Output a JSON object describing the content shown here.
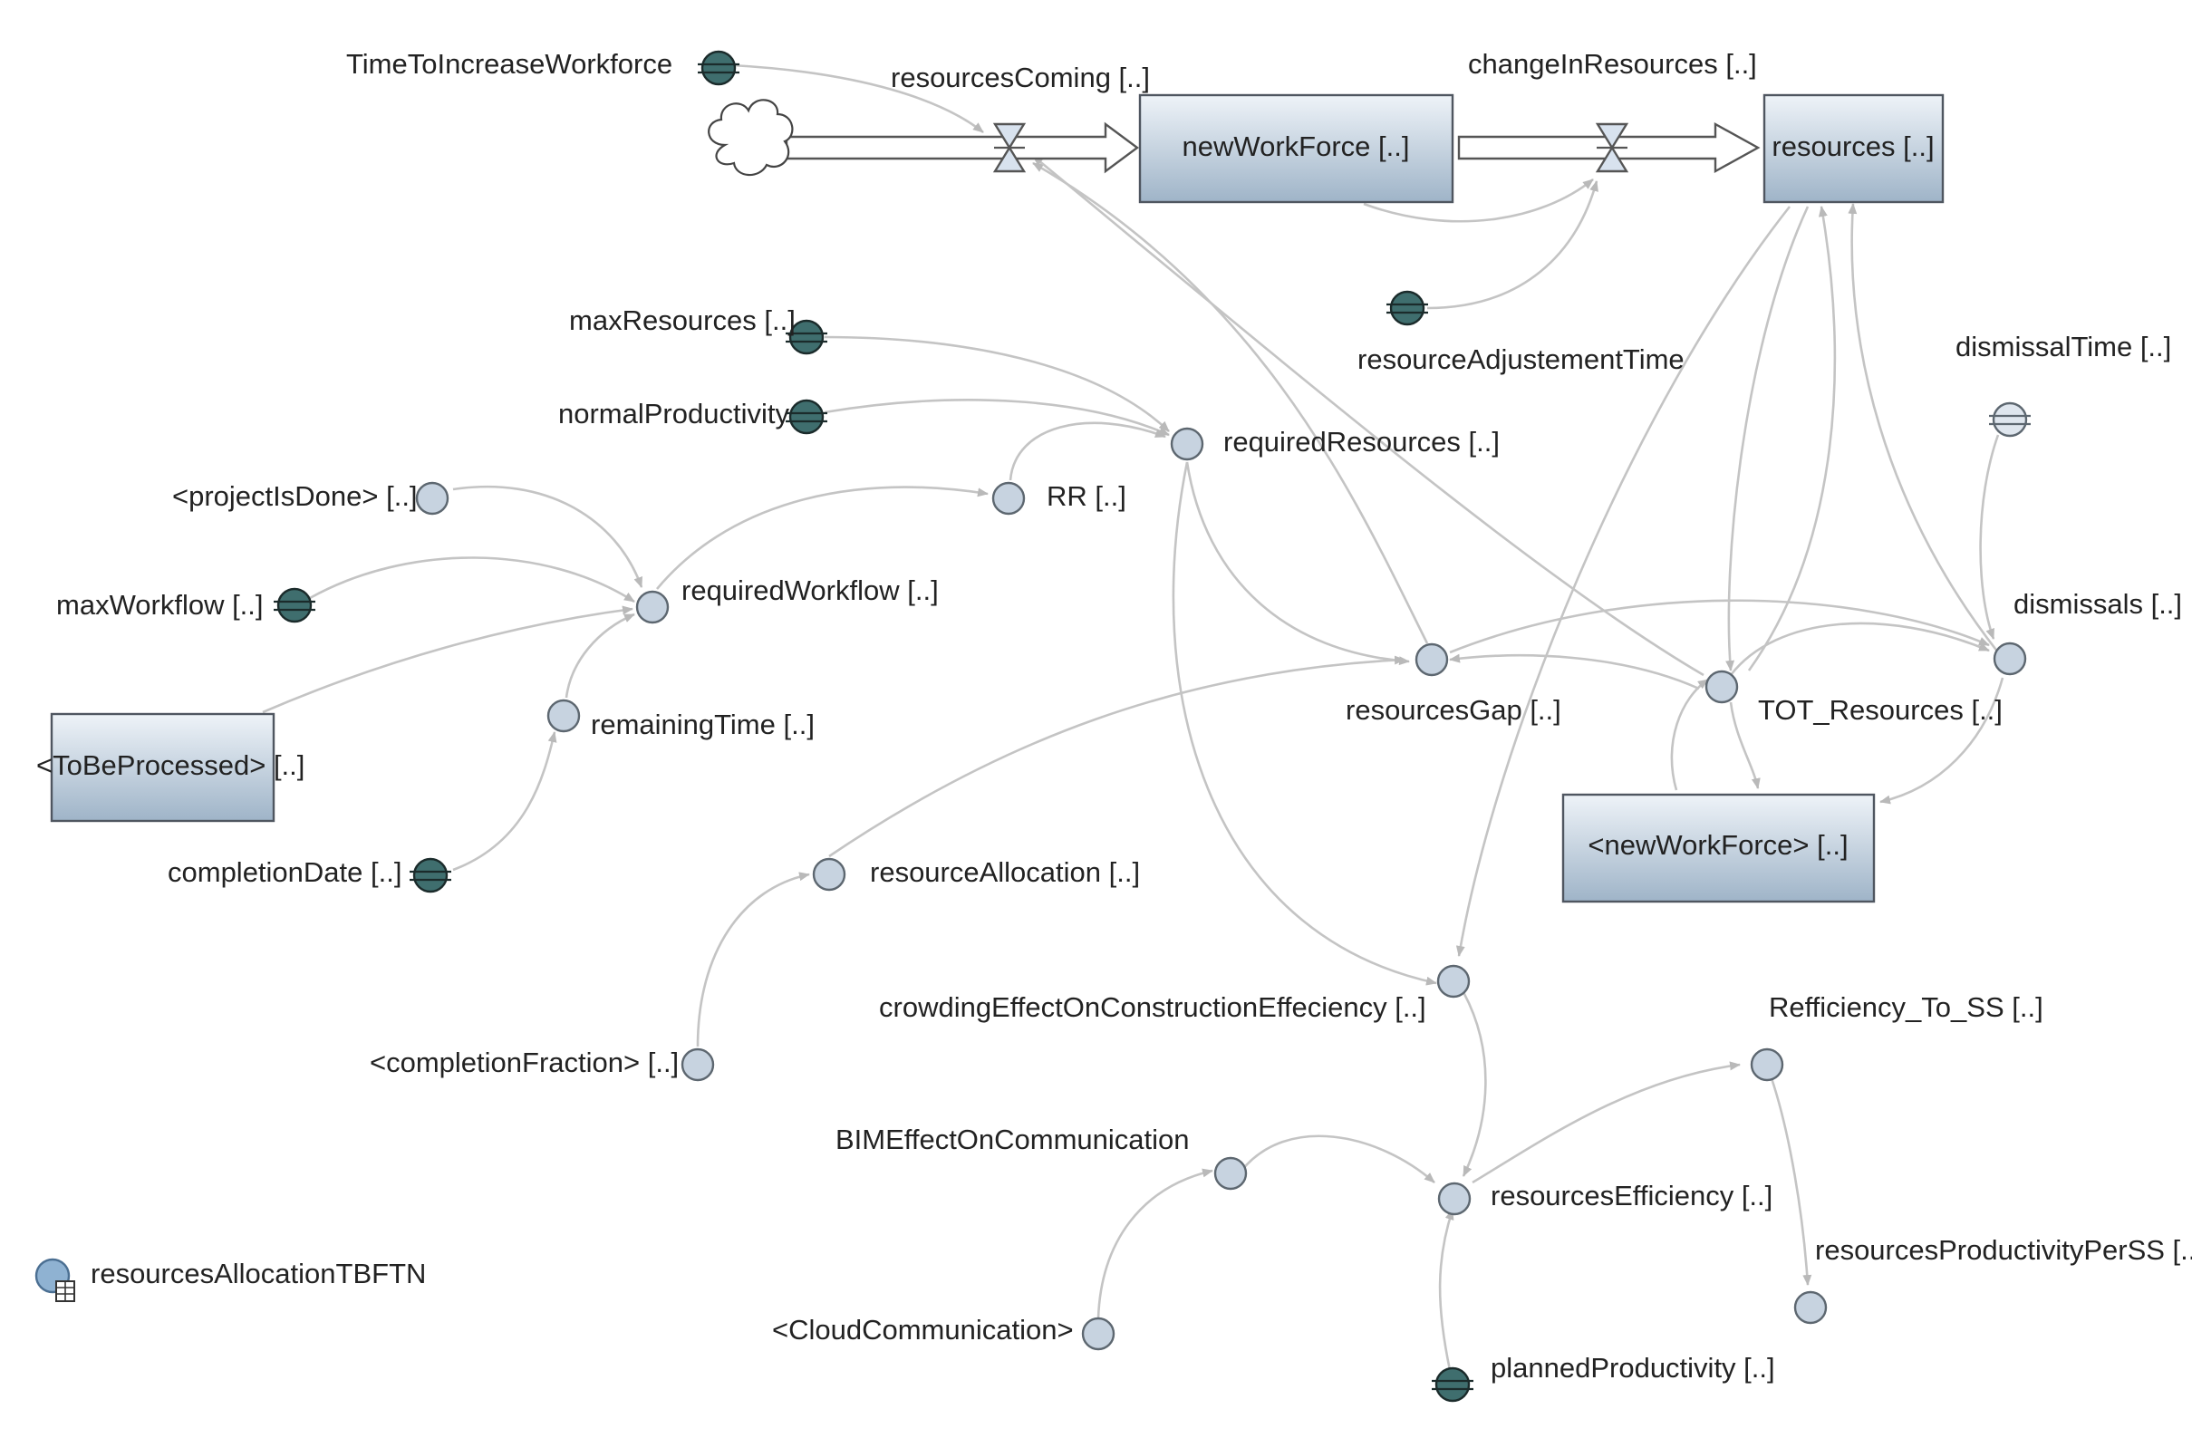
{
  "stocks": {
    "newWorkForce": "newWorkForce [..]",
    "resources": "resources [..]",
    "toBeProcessed": "<ToBeProcessed> [..]",
    "newWorkForceShadow": "<newWorkForce> [..]"
  },
  "flows": {
    "resourcesComing": "resourcesComing [..]",
    "changeInResources": "changeInResources [..]"
  },
  "variables": {
    "timeToIncreaseWorkforce": "TimeToIncreaseWorkforce",
    "resourceAdjustementTime": "resourceAdjustementTime",
    "maxResources": "maxResources [..]",
    "normalProductivity": "normalProductivity",
    "requiredResources": "requiredResources [..]",
    "dismissalTime": "dismissalTime [..]",
    "projectIsDone": "<projectIsDone> [..]",
    "rr": "RR [..]",
    "maxWorkflow": "maxWorkflow [..]",
    "requiredWorkflow": "requiredWorkflow [..]",
    "dismissals": "dismissals [..]",
    "remainingTime": "remainingTime [..]",
    "resourcesGap": "resourcesGap [..]",
    "totResources": "TOT_Resources [..]",
    "completionDate": "completionDate [..]",
    "resourceAllocation": "resourceAllocation [..]",
    "crowdingEffect": "crowdingEffectOnConstructionEffeciency [..]",
    "refficiencyToSS": "Refficiency_To_SS [..]",
    "completionFraction": "<completionFraction> [..]",
    "bimEffect": "BIMEffectOnCommunication",
    "resourcesEfficiency": "resourcesEfficiency [..]",
    "resourcesProductivityPerSS": "resourcesProductivityPerSS [..]",
    "cloudCommunication": "<CloudCommunication>",
    "plannedProductivity": "plannedProductivity [..]"
  },
  "module": {
    "label": "resourcesAllocationTBFTN",
    "icon": "table-function-icon"
  },
  "colors": {
    "auxiliary_fill": "#c7d3e0",
    "constant_fill": "#3f6e6e",
    "stock_gradient_top": "#eef3f8",
    "stock_gradient_bottom": "#9fb4c8",
    "link": "#c4c4c4"
  }
}
